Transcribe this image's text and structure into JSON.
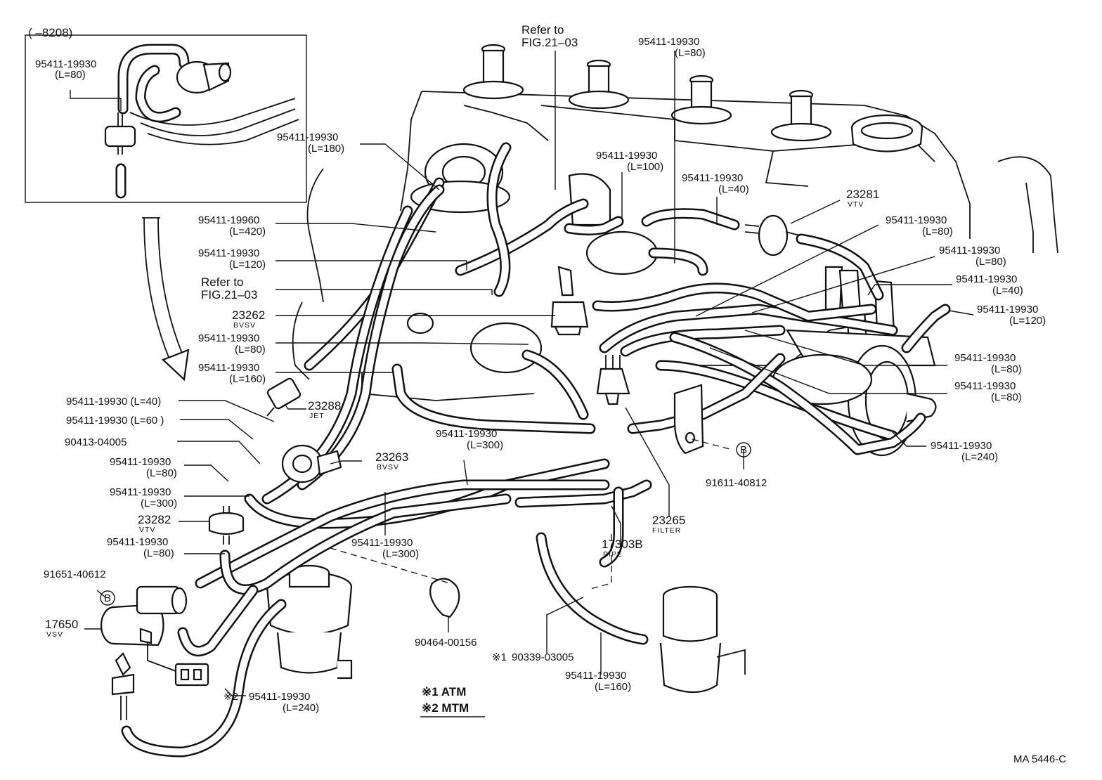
{
  "inset": {
    "range": "(      –8208)",
    "hose": {
      "part": "95411-19930",
      "len": "(L=80)"
    }
  },
  "labels": {
    "refer_top": {
      "line1": "Refer to",
      "line2": "FIG.21–03"
    },
    "refer_mid": {
      "line1": "Refer to",
      "line2": "FIG.21–03"
    },
    "h_180": {
      "part": "95411-19930",
      "len": "(L=180)"
    },
    "h_420": {
      "part": "95411-19960",
      "len": "(L=420)"
    },
    "h_120a": {
      "part": "95411-19930",
      "len": "(L=120)"
    },
    "bvsv_23262": {
      "part": "23262",
      "sub": "BVSV"
    },
    "h_80a": {
      "part": "95411-19930",
      "len": "(L=80)"
    },
    "h_160a": {
      "part": "95411-19930",
      "len": "(L=160)"
    },
    "jet_23288": {
      "part": "23288",
      "sub": "JET"
    },
    "h_40a": {
      "text": "95411-19930 (L=40)"
    },
    "h_60a": {
      "text": "95411-19930 (L=60 )"
    },
    "p_90413": {
      "text": "90413-04005"
    },
    "bvsv_23263": {
      "part": "23263",
      "sub": "BVSV"
    },
    "h_80b": {
      "part": "95411-19930",
      "len": "(L=80)"
    },
    "h_300a": {
      "part": "95411-19930",
      "len": "(L=300)"
    },
    "vtv_23282": {
      "part": "23282",
      "sub": "VTV"
    },
    "h_80c": {
      "part": "95411-19930",
      "len": "(L=80)"
    },
    "p_91651": {
      "text": "91651-40612"
    },
    "vsv_17650": {
      "part": "17650",
      "sub": "VSV"
    },
    "h_300b": {
      "part": "95411-19930",
      "len": "(L=300)"
    },
    "h_300c": {
      "part": "95411-19930",
      "len": "(L=300)"
    },
    "p_90464": {
      "text": "90464-00156"
    },
    "p_90339": {
      "text": "90339-03005"
    },
    "h_240a": {
      "part": "95411-19930",
      "len": "(L=240)"
    },
    "h_160b": {
      "part": "95411-19930",
      "len": "(L=160)"
    },
    "pipe_17303": {
      "part": "17303B",
      "sub": "PIPE"
    },
    "filter_23265": {
      "part": "23265",
      "sub": "FILTER"
    },
    "p_91611": {
      "text": "91611-40812"
    },
    "h_80top": {
      "part": "95411-19930",
      "len": "(L=80)"
    },
    "h_100": {
      "part": "95411-19930",
      "len": "(L=100)"
    },
    "h_40b": {
      "part": "95411-19930",
      "len": "(L=40)"
    },
    "vtv_23281": {
      "part": "23281",
      "sub": "VTV"
    },
    "h_80d": {
      "part": "95411-19930",
      "len": "(L=80)"
    },
    "h_80e": {
      "part": "95411-19930",
      "len": "(L=80)"
    },
    "h_40c": {
      "part": "95411-19930",
      "len": "(L=40)"
    },
    "h_120b": {
      "part": "95411-19930",
      "len": "(L=120)"
    },
    "h_80f": {
      "part": "95411-19930",
      "len": "(L=80)"
    },
    "h_80g": {
      "part": "95411-19930",
      "len": "(L=80)"
    },
    "h_240b": {
      "part": "95411-19930",
      "len": "(L=240)"
    }
  },
  "markers": {
    "b_left": "B",
    "b_right": "B"
  },
  "marks": {
    "m1": "※1",
    "m2": "※2"
  },
  "legend": {
    "atm": "※1 ATM",
    "mtm": "※2 MTM"
  },
  "ref_code": "MA  5446-C"
}
